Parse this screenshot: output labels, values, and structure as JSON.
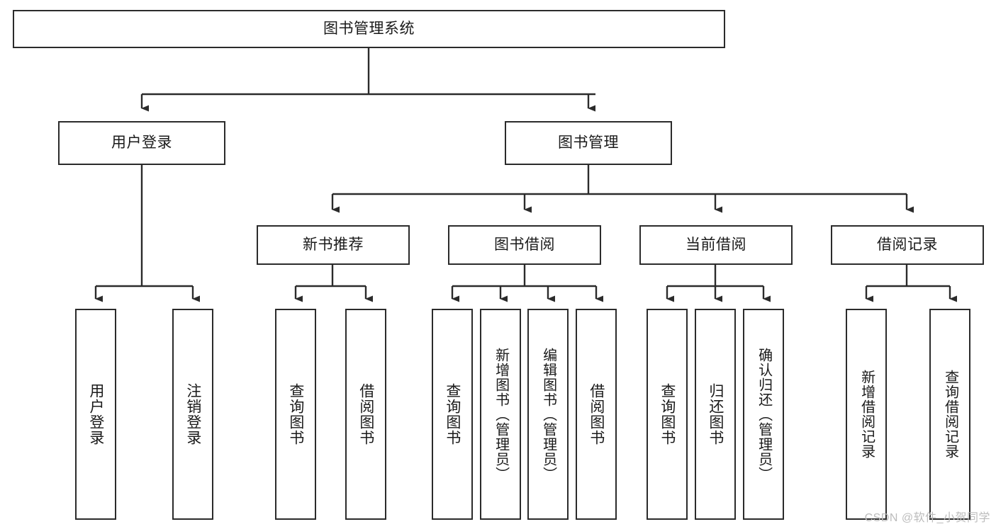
{
  "diagram": {
    "title": "图书管理系统",
    "type": "tree-hierarchy",
    "watermark": "CSDN @软件_小贺同学",
    "colors": {
      "box_border": "#2b2b2b",
      "box_fill": "#ffffff",
      "connector": "#2b2b2b",
      "text": "#1a1a1a",
      "watermark": "#bcbcbc",
      "background": "#ffffff"
    },
    "root": {
      "label": "图书管理系统"
    },
    "level2": [
      {
        "label": "用户登录"
      },
      {
        "label": "图书管理"
      }
    ],
    "level3": [
      {
        "label": "新书推荐"
      },
      {
        "label": "图书借阅"
      },
      {
        "label": "当前借阅"
      },
      {
        "label": "借阅记录"
      }
    ],
    "leaves": {
      "user_login": [
        {
          "label": "用户登录"
        },
        {
          "label": "注销登录"
        }
      ],
      "new_book_recommend": [
        {
          "label": "查询图书"
        },
        {
          "label": "借阅图书"
        }
      ],
      "book_borrow": [
        {
          "label": "查询图书"
        },
        {
          "label": "新增图书（管理员）"
        },
        {
          "label": "编辑图书（管理员）"
        },
        {
          "label": "借阅图书"
        }
      ],
      "current_borrow": [
        {
          "label": "查询图书"
        },
        {
          "label": "归还图书"
        },
        {
          "label": "确认归还（管理员）"
        }
      ],
      "borrow_record": [
        {
          "label": "新增借阅记录"
        },
        {
          "label": "查询借阅记录"
        }
      ]
    }
  }
}
